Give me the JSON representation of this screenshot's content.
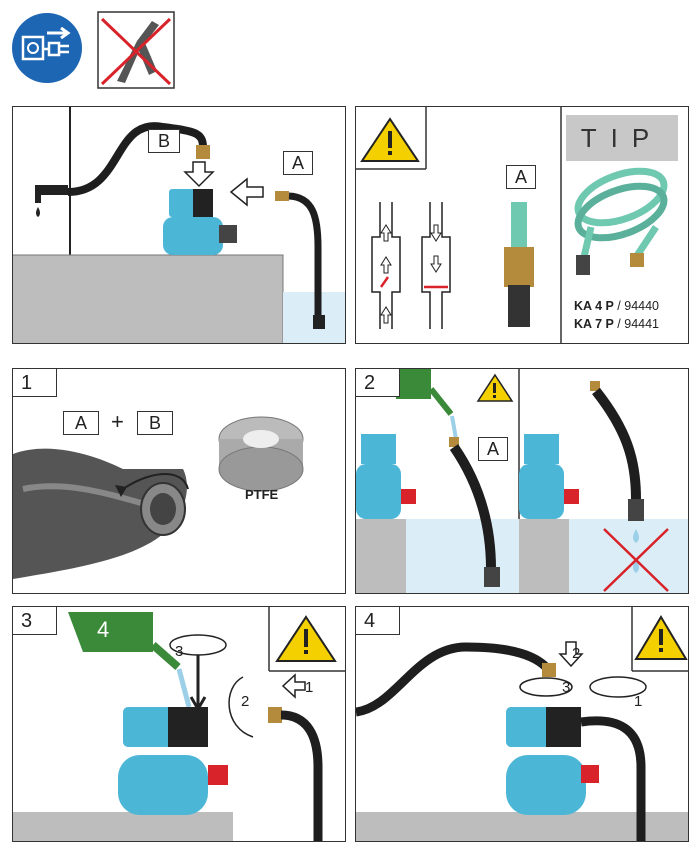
{
  "icons": {
    "disconnect": "unplug-icon",
    "no_tool": "no-pliers-icon"
  },
  "colors": {
    "pump_blue": "#4bb6d6",
    "warning_yellow": "#f5d000",
    "hose_black": "#1e1e1e",
    "hose_green": "#6fc8b0",
    "water": "#dbeef7",
    "shelf": "#bdbdbd",
    "blue_circle": "#1d66b3",
    "cross_red": "#d9232a"
  },
  "panels": {
    "overview": {
      "label_a": "A",
      "label_b": "B"
    },
    "warning": {
      "label_a": "A"
    },
    "tip": {
      "title": "TIP",
      "models": [
        {
          "name": "KA 4 P",
          "code": "94440"
        },
        {
          "name": "KA 7 P",
          "code": "94441"
        }
      ],
      "separator": " / "
    },
    "step1": {
      "number": "1",
      "label_a": "A",
      "plus": "+",
      "label_b": "B",
      "ptfe": "PTFE"
    },
    "step2": {
      "number": "2",
      "label_a": "A"
    },
    "step3": {
      "number": "3",
      "can_label": "4",
      "arrow_1": "1",
      "arrow_2": "2",
      "arrow_3": "3"
    },
    "step4": {
      "number": "4",
      "arrow_1": "1",
      "arrow_2": "2",
      "arrow_3": "3"
    }
  }
}
